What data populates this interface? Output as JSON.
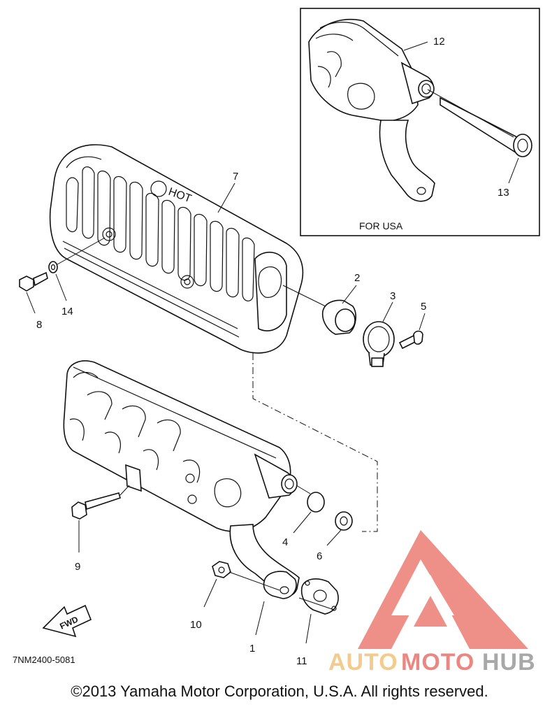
{
  "diagram": {
    "inset_caption": "FOR USA",
    "drawing_code": "7NM2400-5081",
    "fwd_label": "FWD",
    "muffler_lettering": "HOT",
    "callouts": {
      "c1": "1",
      "c2": "2",
      "c3": "3",
      "c4": "4",
      "c5": "5",
      "c6": "6",
      "c7": "7",
      "c8": "8",
      "c9": "9",
      "c10": "10",
      "c11": "11",
      "c12": "12",
      "c13": "13",
      "c14": "14"
    }
  },
  "footer": {
    "copyright": "©2013 Yamaha Motor Corporation, U.S.A. All rights reserved."
  },
  "watermark": {
    "part1": "AUTO",
    "part2": "MOTO",
    "part3": "HUB",
    "colors": {
      "auto": "#f0c27a",
      "moto": "#e8736b",
      "hub": "#9a9a9a",
      "logo": "#ec7d74"
    }
  }
}
